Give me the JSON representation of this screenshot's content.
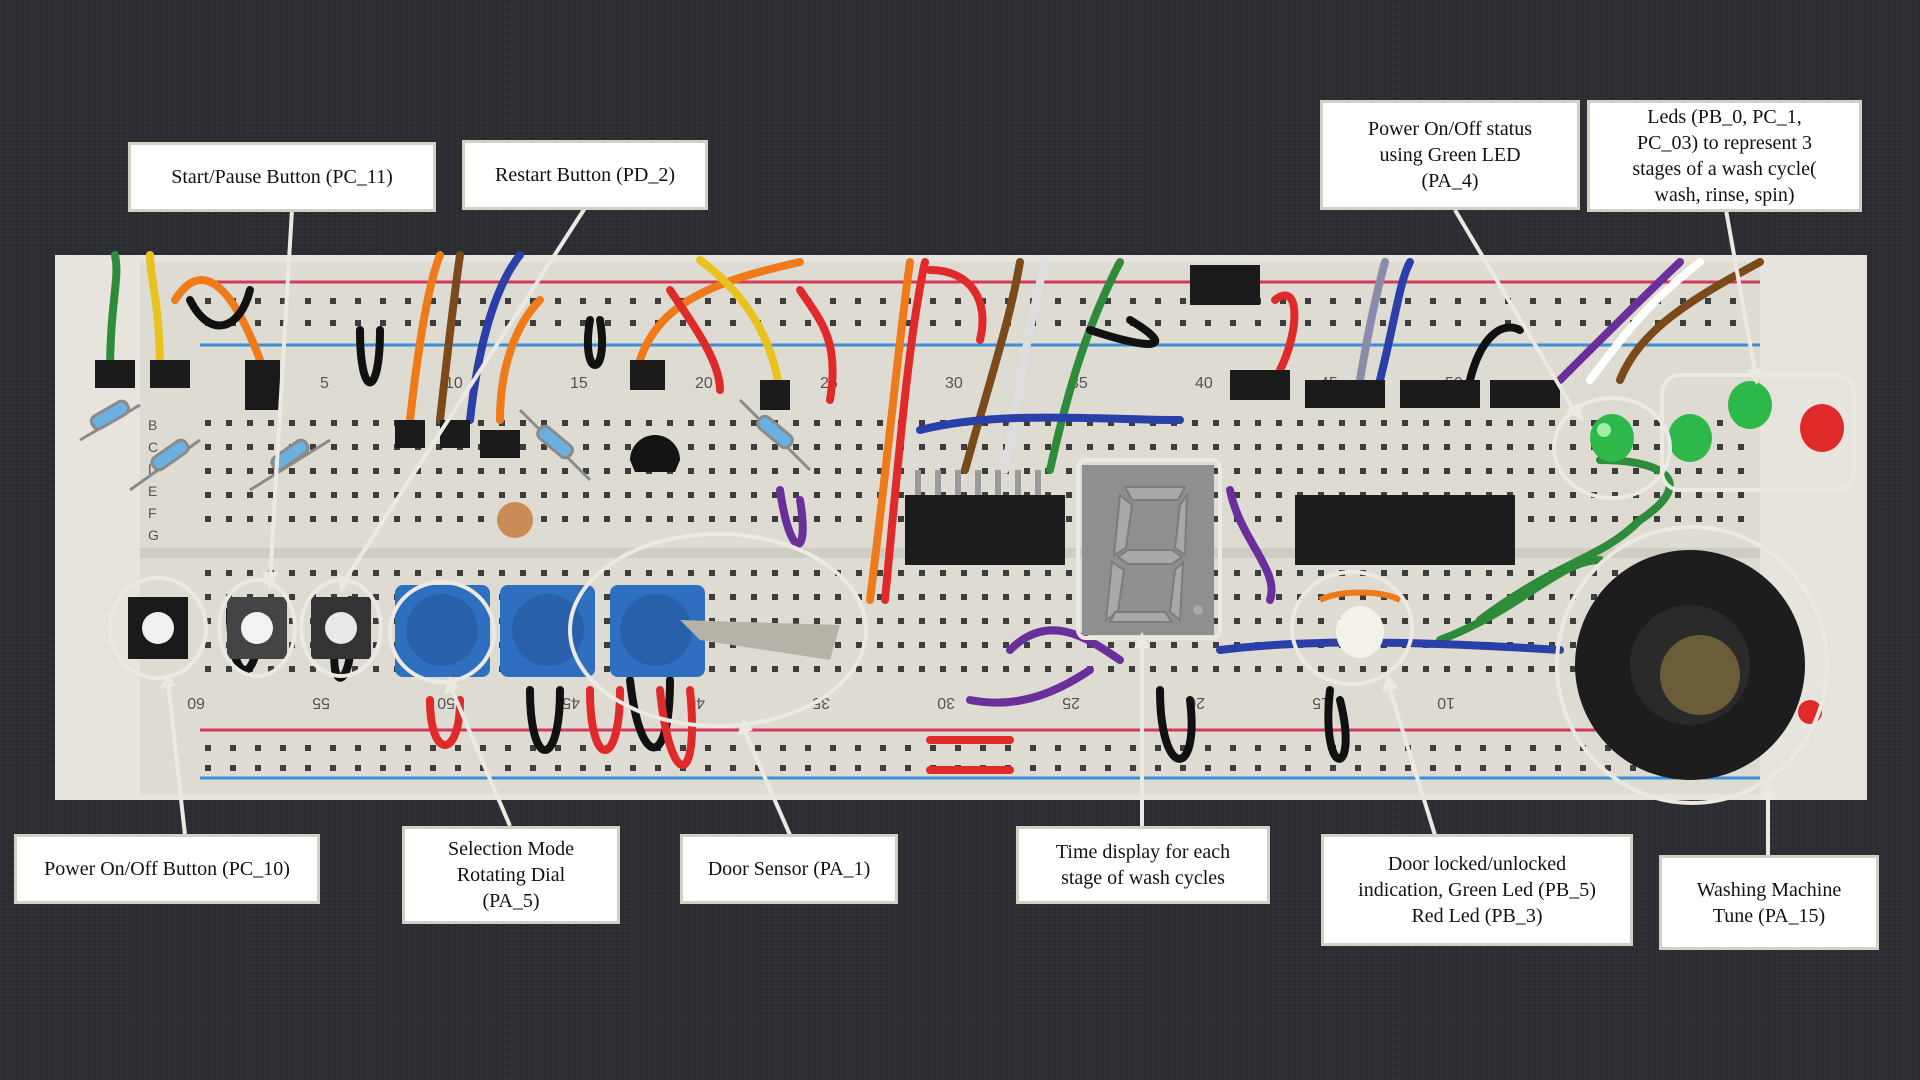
{
  "colors": {
    "background": "#2c2d33",
    "breadboard": "#dcdad3",
    "annotation": "#ece9e2",
    "rail_red": "#d23a5a",
    "rail_blue": "#3a8fd6"
  },
  "breadboard": {
    "column_numbers_top": [
      "5",
      "10",
      "15",
      "20",
      "25",
      "30",
      "35",
      "40",
      "45",
      "50"
    ],
    "column_numbers_bottom": [
      "60",
      "55",
      "50",
      "45",
      "40",
      "35",
      "30",
      "25",
      "20",
      "15",
      "10"
    ],
    "row_letters": [
      "B",
      "C",
      "D",
      "E",
      "F",
      "G"
    ]
  },
  "annotations": {
    "start_pause": "Start/Pause Button (PC_11)",
    "restart": "Restart Button (PD_2)",
    "power_status": [
      "Power On/Off status",
      "using Green LED",
      "(PA_4)"
    ],
    "wash_leds": [
      "Leds (PB_0, PC_1,",
      "PC_03) to represent 3",
      "stages of a wash cycle(",
      "wash, rinse, spin)"
    ],
    "power_button": "Power On/Off Button (PC_10)",
    "selection_dial": [
      "Selection Mode",
      "Rotating Dial",
      "(PA_5)"
    ],
    "door_sensor": "Door Sensor (PA_1)",
    "time_display": [
      "Time display for each",
      "stage of wash cycles"
    ],
    "door_lock": [
      "Door locked/unlocked",
      "indication, Green Led (PB_5)",
      "Red Led (PB_3)"
    ],
    "tune": [
      "Washing Machine",
      "Tune (PA_15)"
    ]
  }
}
